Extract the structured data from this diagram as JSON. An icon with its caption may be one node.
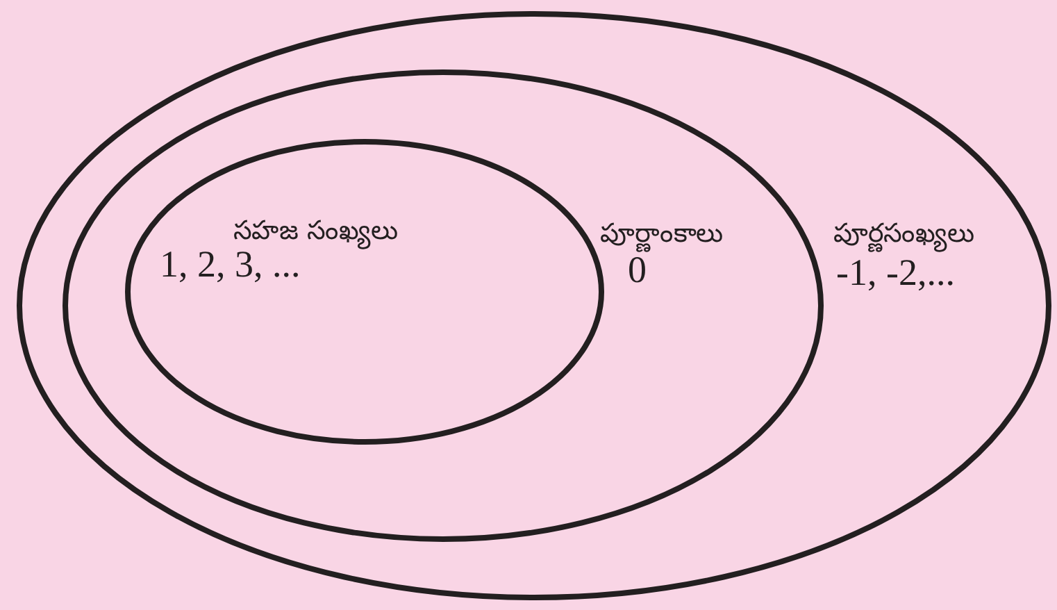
{
  "diagram": {
    "nodes": [
      {
        "text": [
          "పూర్ణసంఖ్యలు",
          "-1, -2,..."
        ]
      },
      {
        "text": [
          "పూర్ణాంకాలు",
          "0"
        ],
        "in": 0
      },
      {
        "text": [
          "సహజ సంఖ్యలు",
          "1, 2, 3, ..."
        ],
        "in": 1
      }
    ],
    "edges": []
  }
}
